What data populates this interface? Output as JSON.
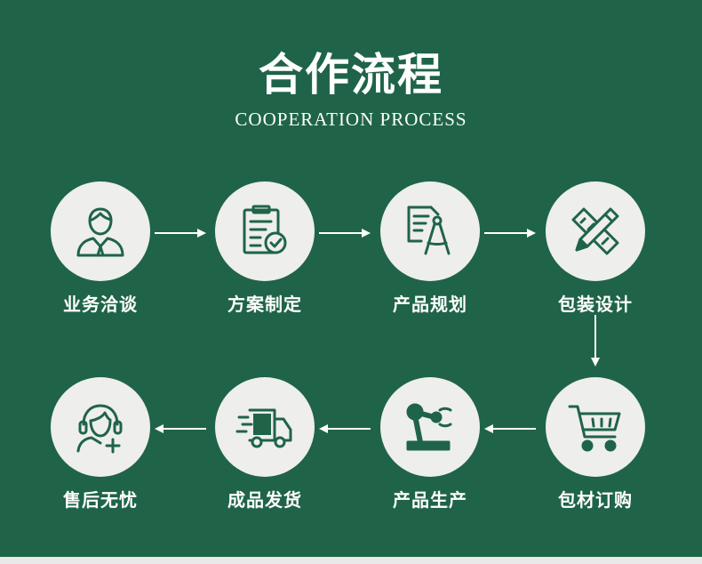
{
  "header": {
    "title": "合作流程",
    "subtitle": "COOPERATION PROCESS"
  },
  "colors": {
    "background": "#1f6448",
    "circle": "#eeeeec",
    "icon": "#1f6448"
  },
  "steps": [
    {
      "label": "业务洽谈",
      "icon": "businessman-icon"
    },
    {
      "label": "方案制定",
      "icon": "clipboard-check-icon"
    },
    {
      "label": "产品规划",
      "icon": "document-compass-icon"
    },
    {
      "label": "包装设计",
      "icon": "pencil-ruler-icon"
    },
    {
      "label": "包材订购",
      "icon": "shopping-cart-icon"
    },
    {
      "label": "产品生产",
      "icon": "robotic-arm-icon"
    },
    {
      "label": "成品发货",
      "icon": "delivery-truck-icon"
    },
    {
      "label": "售后无忧",
      "icon": "customer-support-icon"
    }
  ]
}
